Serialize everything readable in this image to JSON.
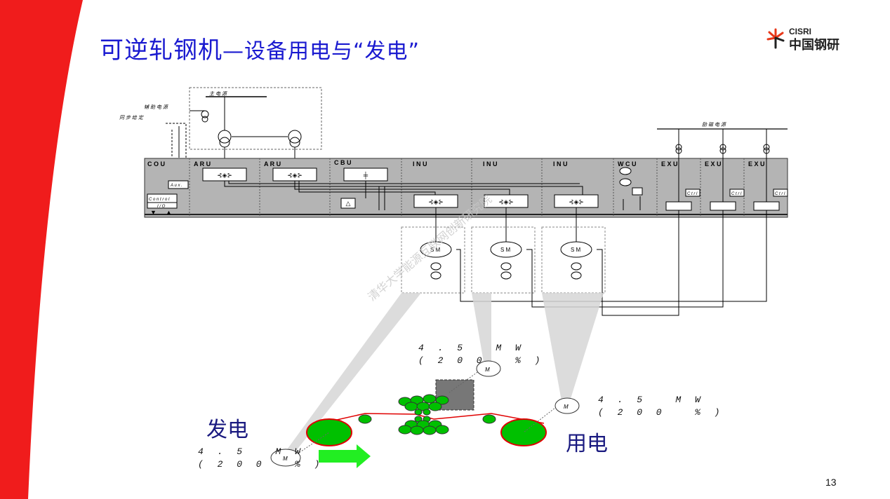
{
  "slide": {
    "title_main": "可逆轧钢机",
    "title_sub": "—设备用电与“发电”",
    "page_number": "13"
  },
  "logo": {
    "text_en": "CISRI",
    "text_cn": "中国钢研",
    "accent_color": "#e8381a"
  },
  "diagram": {
    "top_labels": {
      "main_power": "主 电 源",
      "aux_power": "辅 助 电 源",
      "sync_ref": "同 步 给 定",
      "excitation_power": "励 磁 电 源"
    },
    "units": [
      "C O U",
      "A R U",
      "A R U",
      "C B U",
      "I N U",
      "I N U",
      "I N U",
      "W C U",
      "E X U",
      "E X U",
      "E X U"
    ],
    "boxes": {
      "aux": "A u x .",
      "control": "C o n t r o l",
      "io": "I / O",
      "ctrl": "C t r l"
    },
    "motors": [
      "S M",
      "S M",
      "S M"
    ],
    "watermark": "清华大学能源互联网创新研究院"
  },
  "mill": {
    "generate_label": "发电",
    "consume_label": "用电",
    "motor_symbol": "M",
    "power_top": [
      "4 . 5   M W",
      "( 2 0 0   % )"
    ],
    "power_right": [
      "4 . 5   M W",
      "( 2 0 0   % )"
    ],
    "power_left": [
      "4 . 5   M W",
      "( 2 0 0   % )"
    ],
    "roll_color": "#00c000",
    "strip_color": "#e00000",
    "arrow_color": "#22ee22"
  }
}
